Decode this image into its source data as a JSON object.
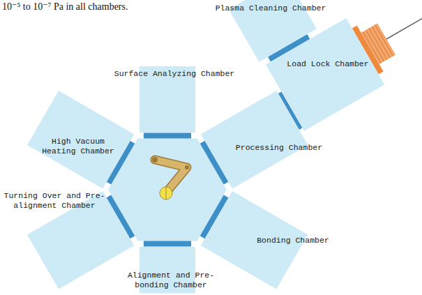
{
  "diagram": {
    "nodes": [
      {
        "text": [
          "Plasma Cleaning Chamber"
        ]
      },
      {
        "text": [
          "Surface Analyzing Chamber"
        ]
      },
      {
        "text": [
          "Load Lock Chamber"
        ]
      },
      {
        "text": [
          "High Vacuum Heating Chamber"
        ]
      },
      {
        "text": [
          "Processing Chamber"
        ]
      },
      {
        "text": [
          "Turning Over and Pre-alignment Chamber"
        ]
      },
      {
        "text": [
          "Bonding Chamber"
        ]
      },
      {
        "text": [
          "Alignment and Pre-bonding Chamber"
        ]
      }
    ],
    "labels": [
      "10⁻⁵ to 10⁻⁷ Pa in all chambers."
    ]
  }
}
